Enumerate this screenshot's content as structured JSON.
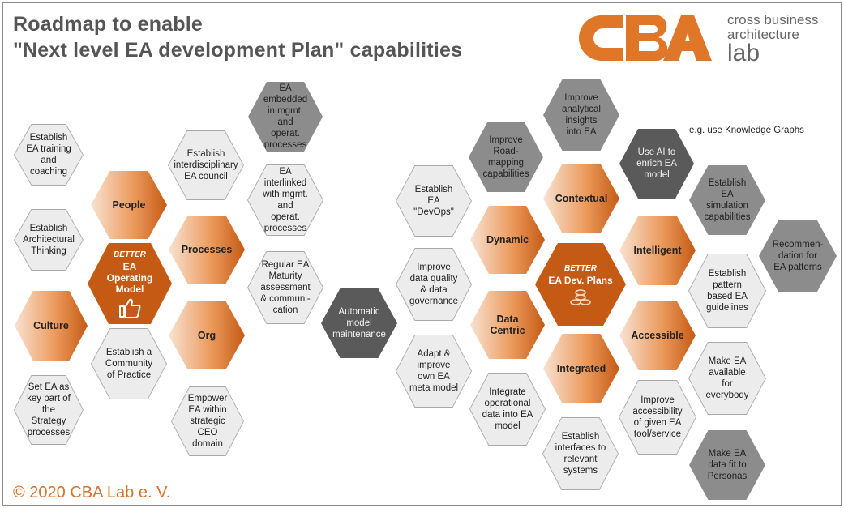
{
  "title": {
    "line1": "Roadmap to enable",
    "line2": "\"Next level EA development Plan\" capabilities"
  },
  "logo": {
    "mark": "CBA",
    "line1": "cross business",
    "line2": "architecture",
    "line3": "lab",
    "color": "#e07627"
  },
  "copyright": "© 2020 CBA Lab e. V.",
  "note": "e.g. use Knowledge Graphs",
  "colors": {
    "orange": "#c55a14",
    "light": "#ececec",
    "grey": "#8c8c8c",
    "dark": "#5a5a5a"
  },
  "left": {
    "core": {
      "better": "BETTER",
      "label": "EA Operating Model",
      "icon": "thumbs-up-icon"
    },
    "pillars": [
      "People",
      "Processes",
      "Culture",
      "Org"
    ],
    "actions": [
      "Establish EA training and coaching",
      "Establish Architectural Thinking",
      "Set EA as key part of the Strategy processes",
      "Establish interdisciplinary EA council",
      "Establish a Community of Practice",
      "Empower EA within strategic CEO domain",
      "EA embedded in mgmt. and operat. processes",
      "EA interlinked with mgmt. and operat. processes",
      "Regular EA Maturity assessment & communi-cation"
    ]
  },
  "middle": {
    "label": "Automatic model maintenance"
  },
  "right": {
    "core": {
      "better": "BETTER",
      "label": "EA Dev. Plans",
      "icon": "coins-icon"
    },
    "pillars": [
      "Contextual",
      "Dynamic",
      "Intelligent",
      "Data Centric",
      "Accessible",
      "Integrated"
    ],
    "actions": [
      "Improve analytical insights into EA",
      "Improve Road-mapping capabilities",
      "Use AI to enrich EA model",
      "Establish EA \"DevOps\"",
      "Establish EA simulation capabilities",
      "Recommen-dation for EA patterns",
      "Improve data quality & data governance",
      "Establish pattern based EA guidelines",
      "Adapt & improve own EA meta model",
      "Make EA available for everybody",
      "Integrate operational data into EA model",
      "Improve accessibility of given EA tool/service",
      "Establish interfaces to relevant systems",
      "Make EA data fit to Personas"
    ]
  }
}
